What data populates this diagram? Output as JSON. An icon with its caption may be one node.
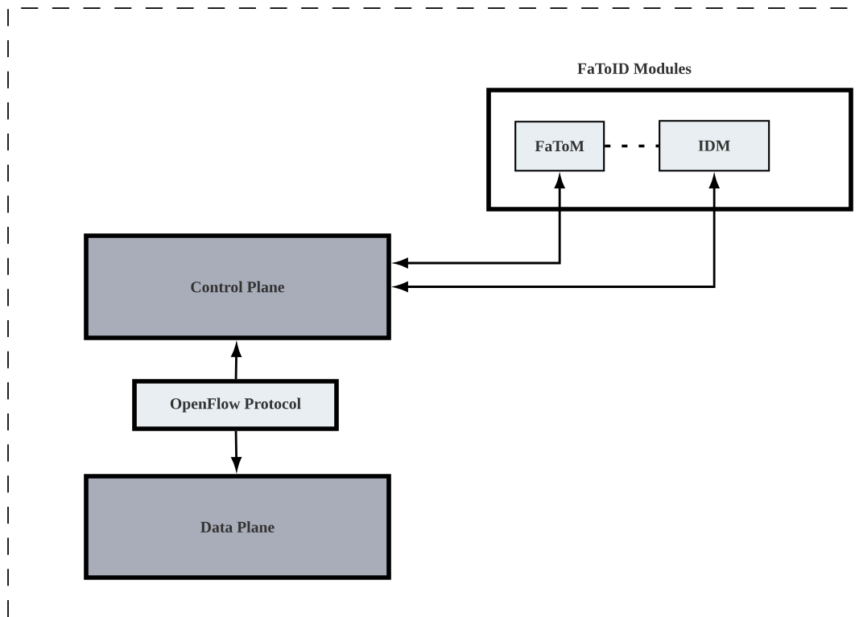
{
  "diagram": {
    "nodes": [
      {
        "text": [
          "FaToID Modules"
        ]
      },
      {
        "text": [
          "FaToM"
        ],
        "in": 0
      },
      {
        "text": [
          "IDM"
        ],
        "in": 0
      },
      {
        "text": [
          "Control Plane"
        ]
      },
      {
        "text": [
          "OpenFlow Protocol"
        ]
      },
      {
        "text": [
          "Data Plane"
        ]
      }
    ],
    "edges": [
      {
        "from": 1,
        "to": 2,
        "arrow": "none",
        "style": "dashed"
      },
      {
        "from": 1,
        "to": 3,
        "arrow": "both"
      },
      {
        "from": 2,
        "to": 3,
        "arrow": "both"
      },
      {
        "from": 4,
        "to": 3,
        "arrow": "to"
      },
      {
        "from": 4,
        "to": 5,
        "arrow": "to"
      }
    ]
  }
}
